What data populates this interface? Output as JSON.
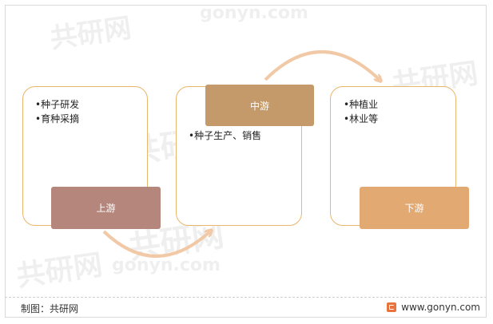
{
  "watermark": {
    "text": "共研网",
    "domain": "gonyn.com"
  },
  "stages": [
    {
      "label": "上游",
      "color": "#b5877c",
      "items": [
        "•种子研发",
        "•育种采摘"
      ]
    },
    {
      "label": "中游",
      "color": "#c49a6a",
      "items": [
        "•种子生产、销售"
      ]
    },
    {
      "label": "下游",
      "color": "#e2aa72",
      "items": [
        "•种植业",
        "•林业等"
      ]
    }
  ],
  "colors": {
    "card_border": "#e9b66a",
    "arrow": "#f1c9a6"
  },
  "footer": {
    "source": "制图：共研网",
    "site": "www.gonyn.com"
  }
}
